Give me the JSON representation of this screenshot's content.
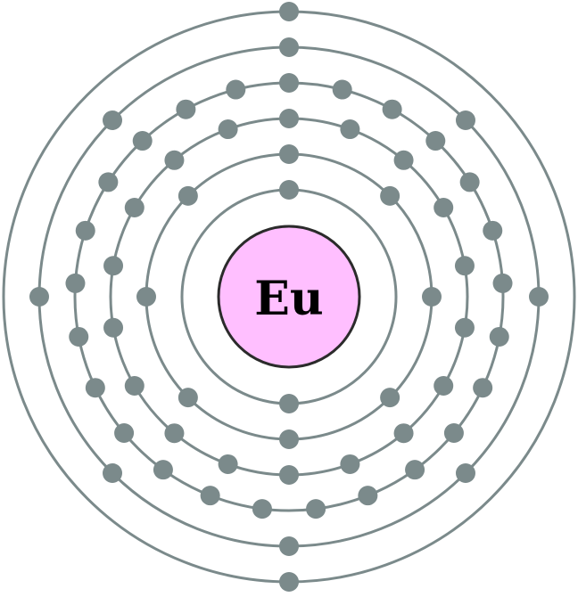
{
  "element": {
    "symbol": "Eu"
  },
  "shells": [
    {
      "electrons": 2
    },
    {
      "electrons": 8
    },
    {
      "electrons": 18
    },
    {
      "electrons": 25
    },
    {
      "electrons": 8
    },
    {
      "electrons": 2
    }
  ],
  "colors": {
    "nucleus_fill": "#ffbfff",
    "nucleus_stroke": "#2b2b2b",
    "shell": "#7b8a8b",
    "electron": "#7b8a8b"
  }
}
